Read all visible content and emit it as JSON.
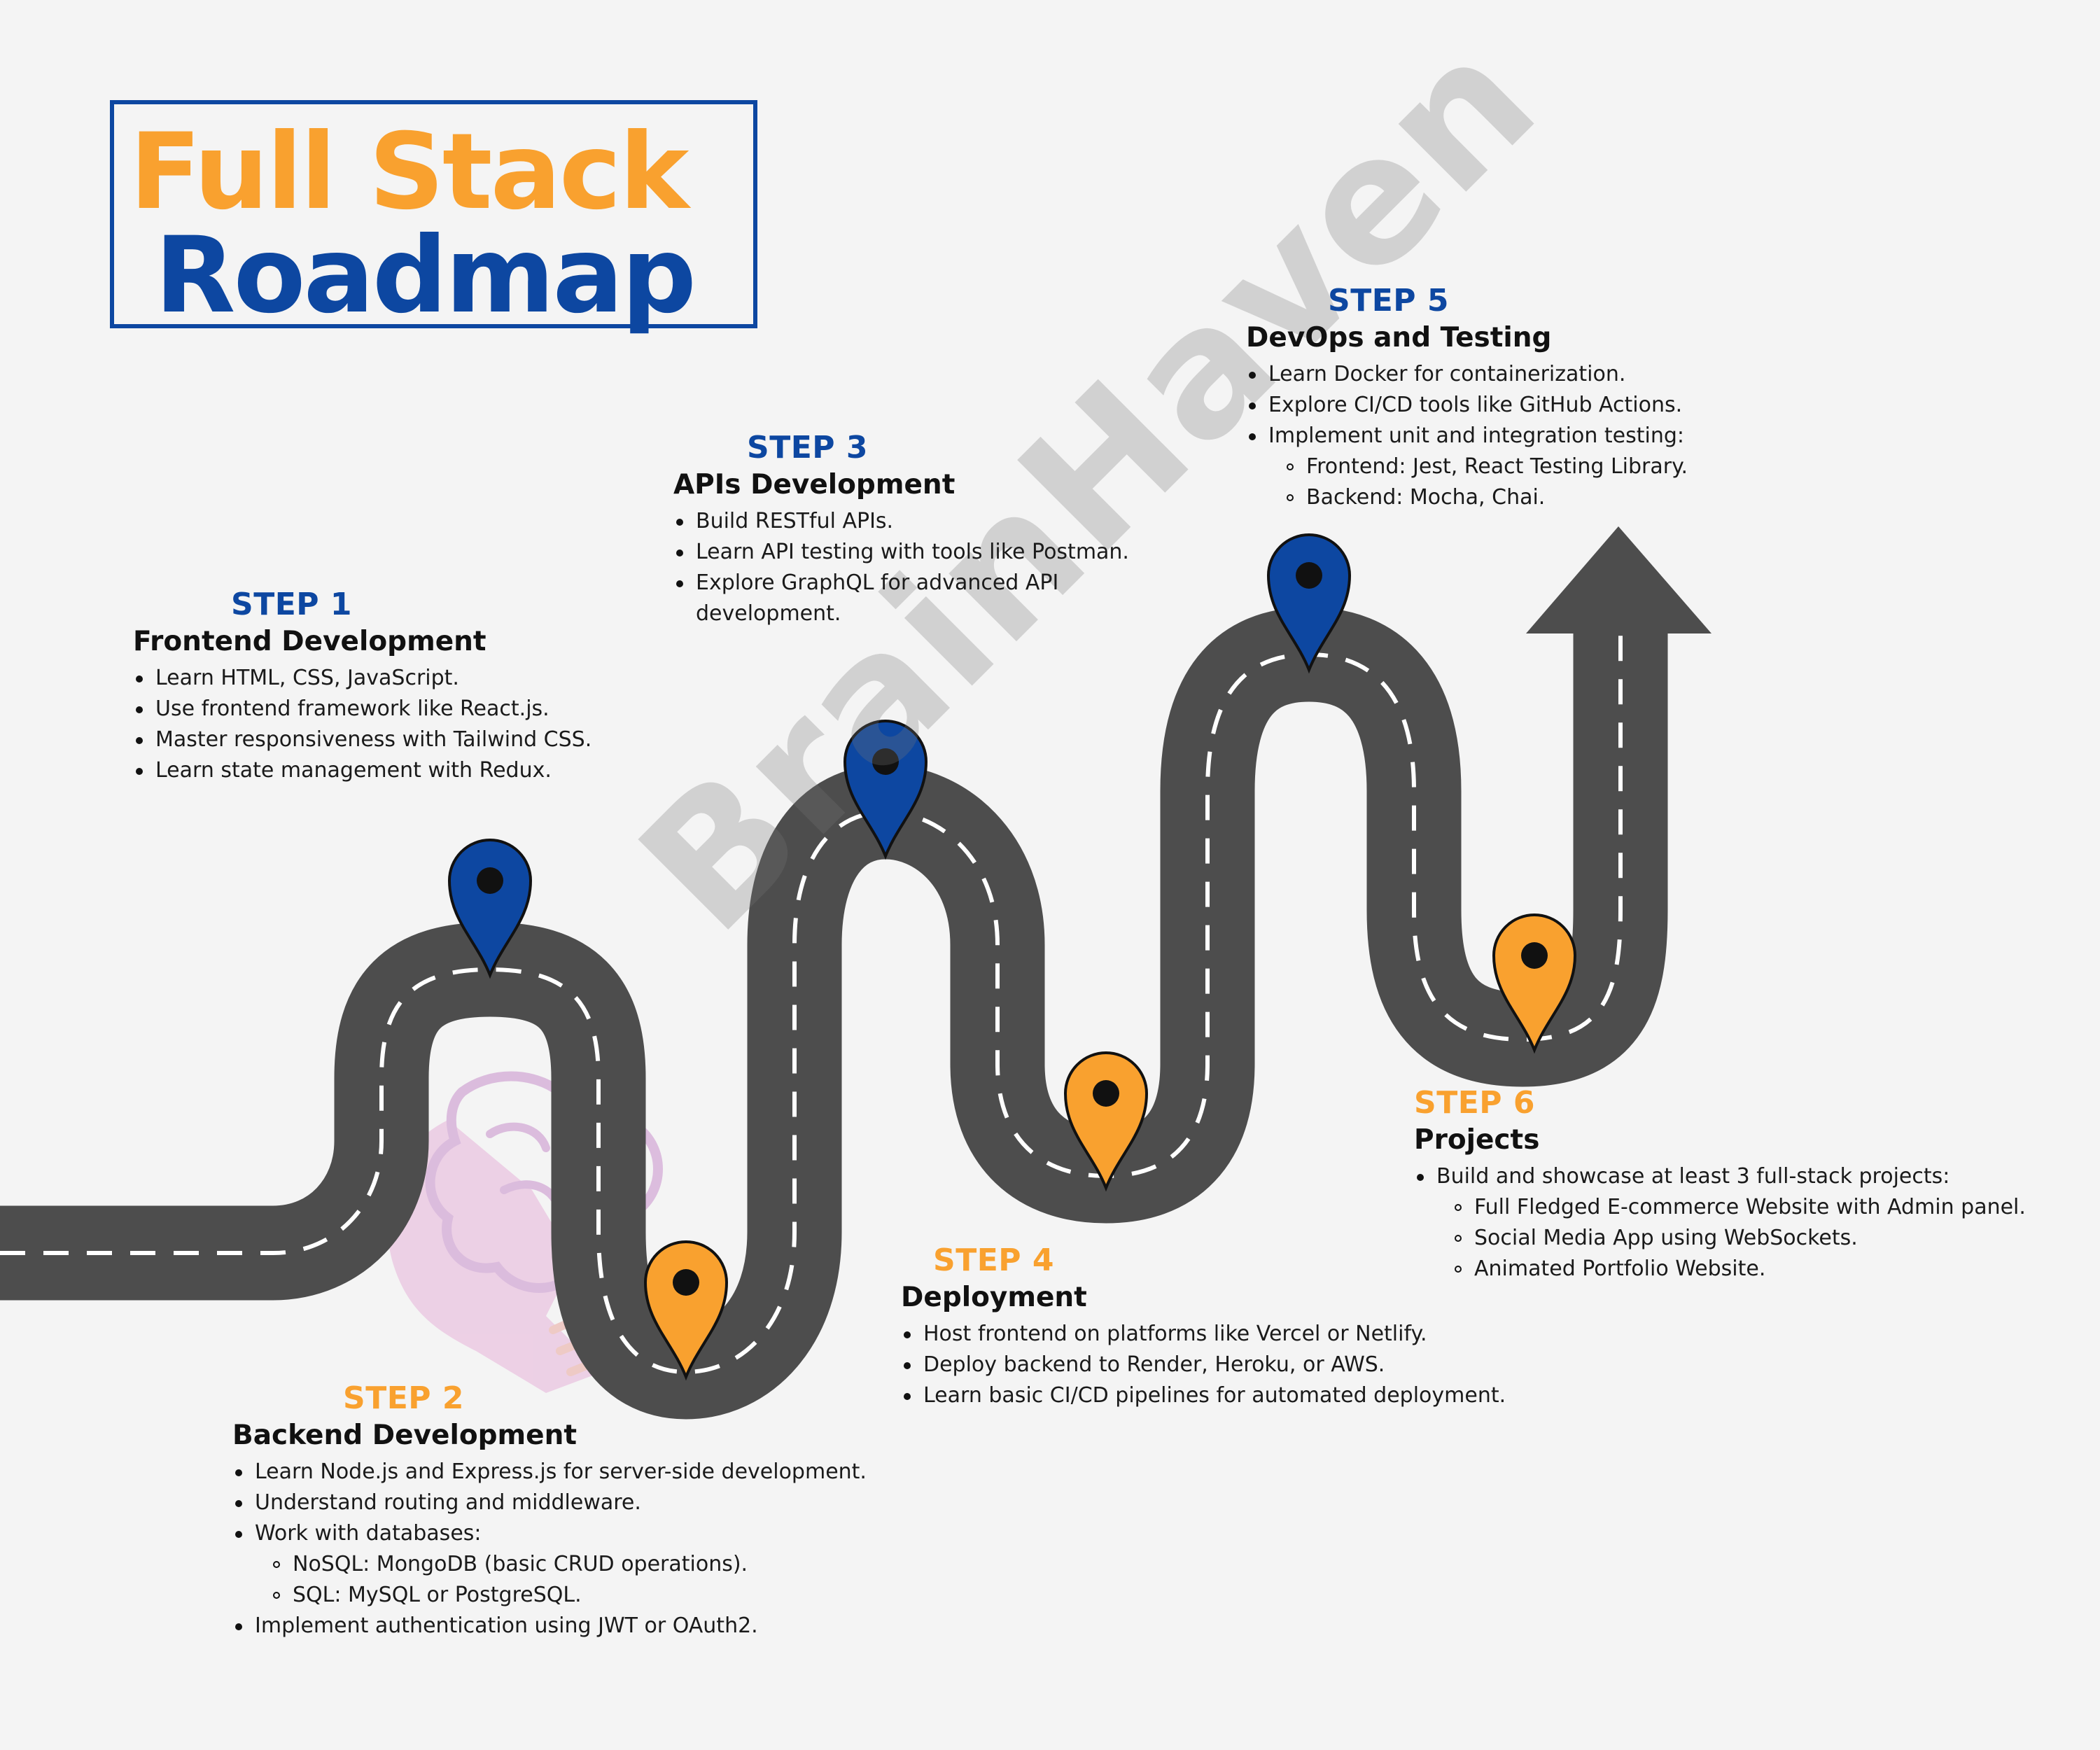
{
  "header": {
    "title_line1": "Full Stack",
    "title_line2": "Roadmap",
    "colors": {
      "blue": "#0d47a1",
      "orange": "#f9a12f",
      "road": "#4d4d4d"
    }
  },
  "watermark": "BrainHaven",
  "steps": [
    {
      "num": "STEP 1",
      "title": "Frontend Development",
      "color": "blue",
      "points": [
        "Learn HTML, CSS, JavaScript.",
        "Use frontend framework like React.js.",
        "Master responsiveness with Tailwind CSS.",
        "Learn state management with Redux."
      ]
    },
    {
      "num": "STEP 2",
      "title": "Backend Development",
      "color": "orange",
      "points": [
        "Learn Node.js and Express.js for server-side development.",
        "Understand routing and middleware.",
        "Work with databases:",
        "NoSQL: MongoDB (basic CRUD operations).",
        "SQL: MySQL or PostgreSQL.",
        "Implement authentication using JWT or OAuth2."
      ]
    },
    {
      "num": "STEP 3",
      "title": "APIs Development",
      "color": "blue",
      "points": [
        "Build RESTful APIs.",
        "Learn API testing with tools like Postman.",
        "Explore GraphQL for advanced API development."
      ]
    },
    {
      "num": "STEP 4",
      "title": "Deployment",
      "color": "orange",
      "points": [
        "Host frontend on platforms like Vercel or Netlify.",
        "Deploy backend to Render, Heroku, or AWS.",
        "Learn basic CI/CD pipelines for automated deployment."
      ]
    },
    {
      "num": "STEP 5",
      "title": "DevOps and Testing",
      "color": "blue",
      "points": [
        "Learn Docker for containerization.",
        "Explore CI/CD tools like GitHub Actions.",
        "Implement unit and integration testing:",
        "Frontend: Jest, React Testing Library.",
        "Backend: Mocha, Chai."
      ]
    },
    {
      "num": "STEP 6",
      "title": "Projects",
      "color": "orange",
      "points": [
        "Build and showcase at least 3 full-stack projects:",
        "Full Fledged E-commerce Website with Admin panel.",
        "Social Media App using WebSockets.",
        "Animated Portfolio Website."
      ]
    }
  ],
  "pins": [
    {
      "name": "step1-pin-icon",
      "color": "blue"
    },
    {
      "name": "step2-pin-icon",
      "color": "orange"
    },
    {
      "name": "step3-pin-icon",
      "color": "blue"
    },
    {
      "name": "step4-pin-icon",
      "color": "orange"
    },
    {
      "name": "step5-pin-icon",
      "color": "blue"
    },
    {
      "name": "step6-pin-icon",
      "color": "orange"
    }
  ]
}
